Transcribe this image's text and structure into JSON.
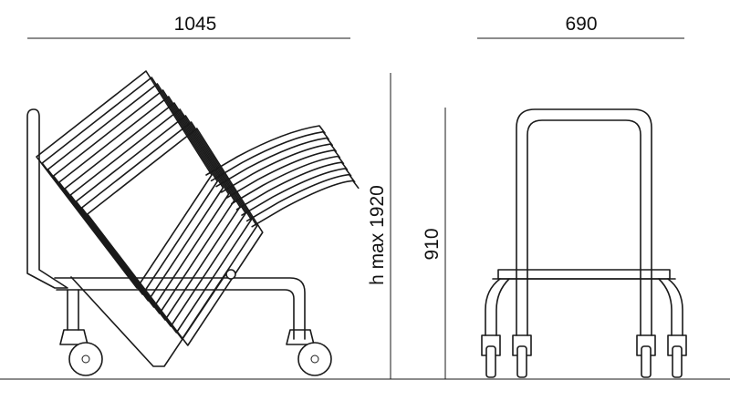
{
  "dimensions": {
    "width_side": "1045",
    "width_front": "690",
    "height_max": "h max 1920",
    "height_trolley": "910"
  },
  "colors": {
    "line": "#1a1a1a",
    "background": "#ffffff"
  },
  "views": {
    "side": {
      "stacked_chairs": 10
    },
    "front": {
      "casters": 4
    }
  }
}
